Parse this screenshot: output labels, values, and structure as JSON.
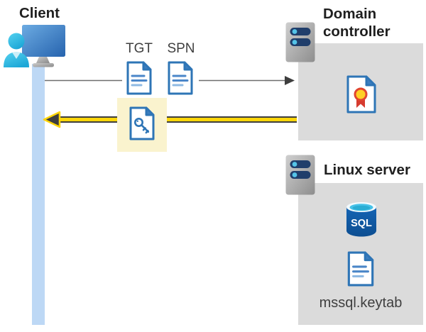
{
  "diagram": {
    "client": {
      "label": "Client"
    },
    "flow": {
      "tgt_label": "TGT",
      "spn_label": "SPN"
    },
    "domain_controller": {
      "label": "Domain controller"
    },
    "linux_server": {
      "label": "Linux server",
      "sql_text": "SQL",
      "keytab_label": "mssql.keytab"
    },
    "colors": {
      "accent_yellow": "#ffd60a",
      "highlight_yellow": "#faf3ce",
      "doc_blue": "#2e75b6",
      "box_gray": "#dbdbdb",
      "client_bar_blue": "#bdd8f5",
      "arrowhead_dark": "#3e3e3e",
      "sql_body_blue": "#0f5ca8",
      "cert_red": "#d63b2f",
      "cert_gold": "#ffcf24"
    }
  }
}
